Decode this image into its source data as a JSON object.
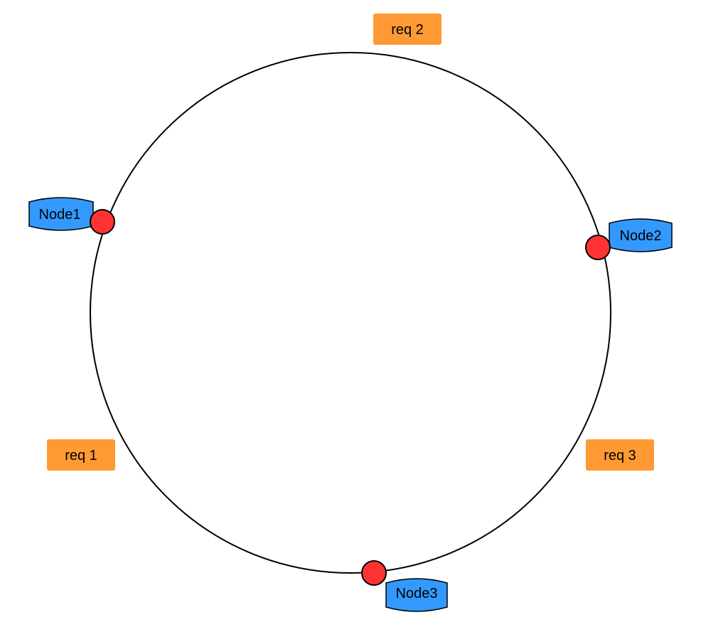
{
  "colors": {
    "ring": "#000000",
    "node_point": "#ff3333",
    "node_flag": "#3399ff",
    "request_box": "#ff9933"
  },
  "nodes": [
    {
      "label": "Node1"
    },
    {
      "label": "Node2"
    },
    {
      "label": "Node3"
    }
  ],
  "requests": [
    {
      "label": "req 1"
    },
    {
      "label": "req 2"
    },
    {
      "label": "req 3"
    }
  ]
}
